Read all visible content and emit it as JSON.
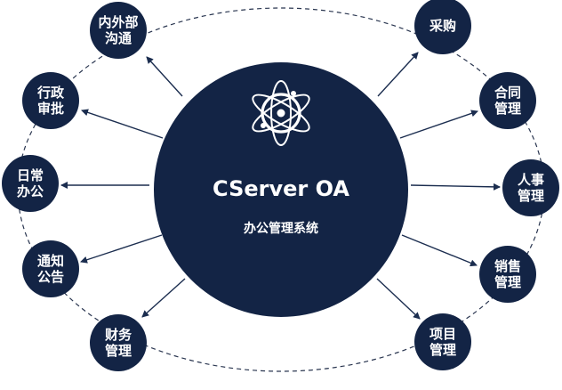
{
  "colors": {
    "node_fill": "#132445",
    "center_fill": "#132445",
    "connector": "#1b2d4f",
    "orbit": "#2a3650",
    "text": "#ffffff"
  },
  "center": {
    "logo_icon": "atom-icon",
    "title": "CServer OA",
    "subtitle": "办公管理系统"
  },
  "modules": [
    {
      "id": "internal-external-communication",
      "lines": [
        "内外部",
        "沟通"
      ]
    },
    {
      "id": "administrative-approval",
      "lines": [
        "行政",
        "审批"
      ]
    },
    {
      "id": "daily-office",
      "lines": [
        "日常",
        "办公"
      ]
    },
    {
      "id": "notice-announcement",
      "lines": [
        "通知",
        "公告"
      ]
    },
    {
      "id": "finance-management",
      "lines": [
        "财务",
        "管理"
      ]
    },
    {
      "id": "procurement",
      "lines": [
        "采购"
      ]
    },
    {
      "id": "contract-management",
      "lines": [
        "合同",
        "管理"
      ]
    },
    {
      "id": "hr-management",
      "lines": [
        "人事",
        "管理"
      ]
    },
    {
      "id": "sales-management",
      "lines": [
        "销售",
        "管理"
      ]
    },
    {
      "id": "project-management",
      "lines": [
        "项目",
        "管理"
      ]
    }
  ]
}
